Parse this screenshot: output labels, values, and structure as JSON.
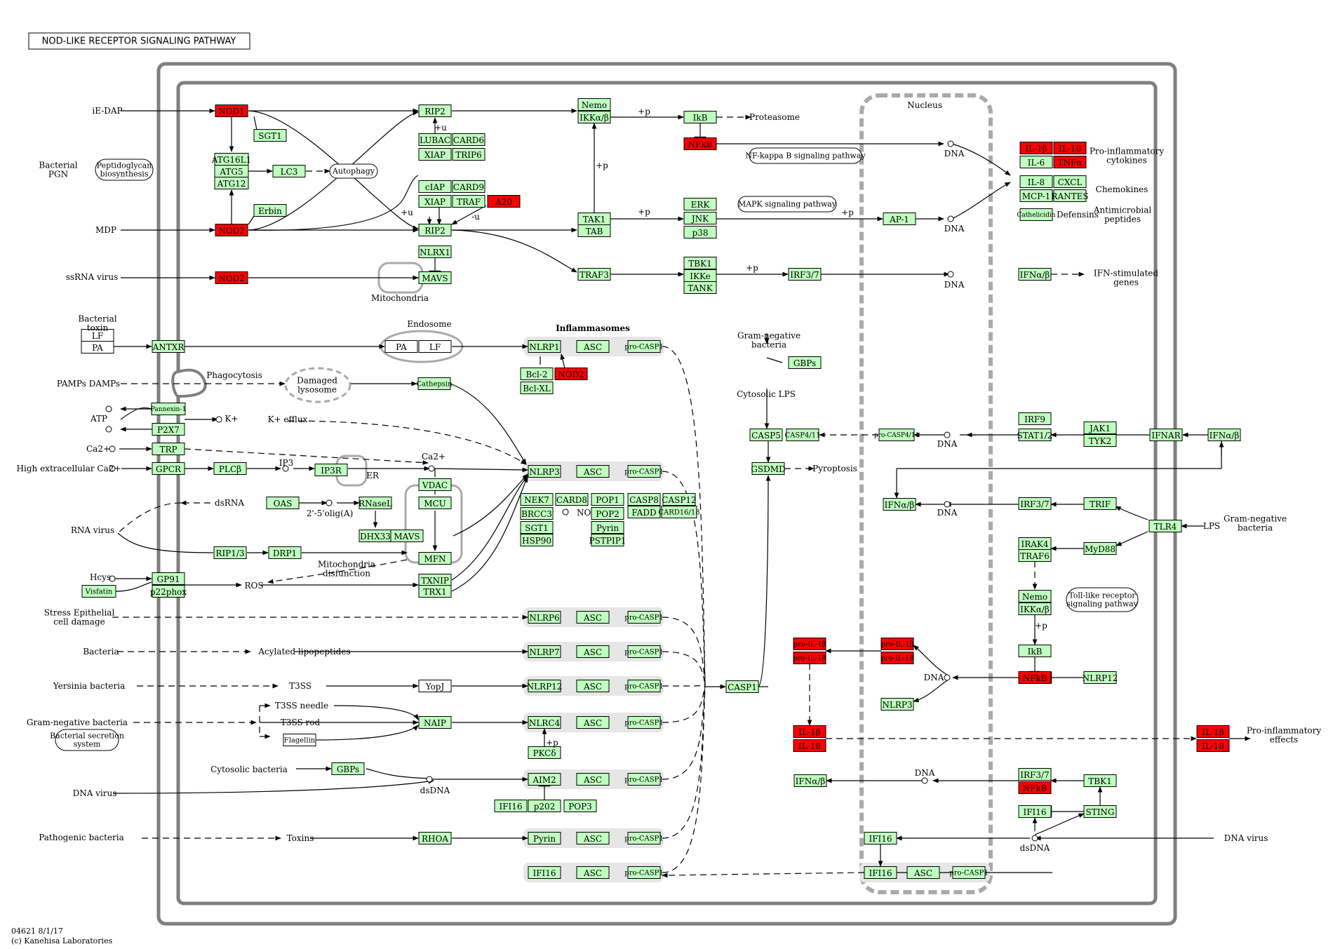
{
  "title": "NOD-LIKE RECEPTOR SIGNALING PATHWAY",
  "footer": {
    "line1": "04621 8/1/17",
    "line2": "(c) Kanehisa Laboratories"
  },
  "colors": {
    "gene": "#bfffbf",
    "highlight": "#ff0000",
    "frame": "#7f7f7f",
    "inflamma": "#e6e6e6"
  },
  "genes": [
    {
      "id": "nod1",
      "label": "NOD1",
      "hl": true
    },
    {
      "id": "sgt1a",
      "label": "SGT1"
    },
    {
      "id": "atg16l1",
      "label": "ATG16L1"
    },
    {
      "id": "atg5",
      "label": "ATG5"
    },
    {
      "id": "atg12",
      "label": "ATG12"
    },
    {
      "id": "lc3",
      "label": "LC3"
    },
    {
      "id": "erbin",
      "label": "Erbin"
    },
    {
      "id": "nod2a",
      "label": "NOD2",
      "hl": true
    },
    {
      "id": "nod2b",
      "label": "NOD2",
      "hl": true
    },
    {
      "id": "rip2a",
      "label": "RIP2"
    },
    {
      "id": "lubac",
      "label": "LUBAC"
    },
    {
      "id": "card6",
      "label": "CARD6"
    },
    {
      "id": "xiapa",
      "label": "XIAP"
    },
    {
      "id": "trip6",
      "label": "TRIP6"
    },
    {
      "id": "ciap",
      "label": "cIAP"
    },
    {
      "id": "card9",
      "label": "CARD9"
    },
    {
      "id": "xiapb",
      "label": "XIAP"
    },
    {
      "id": "traf",
      "label": "TRAF"
    },
    {
      "id": "a20",
      "label": "A20",
      "hl": true
    },
    {
      "id": "rip2b",
      "label": "RIP2"
    },
    {
      "id": "nlrx1",
      "label": "NLRX1"
    },
    {
      "id": "mavsa",
      "label": "MAVS"
    },
    {
      "id": "nemoa",
      "label": "Nemo"
    },
    {
      "id": "ikkab1",
      "label": "IKKα/β"
    },
    {
      "id": "ikba",
      "label": "IkB"
    },
    {
      "id": "nfkba",
      "label": "NFkB",
      "hl": true
    },
    {
      "id": "tak1",
      "label": "TAK1"
    },
    {
      "id": "tab",
      "label": "TAB"
    },
    {
      "id": "erk",
      "label": "ERK"
    },
    {
      "id": "jnk",
      "label": "JNK"
    },
    {
      "id": "p38",
      "label": "p38"
    },
    {
      "id": "ap1",
      "label": "AP-1"
    },
    {
      "id": "traf3",
      "label": "TRAF3"
    },
    {
      "id": "tbk1a",
      "label": "TBK1"
    },
    {
      "id": "ikke",
      "label": "IKKe"
    },
    {
      "id": "tank",
      "label": "TANK"
    },
    {
      "id": "irf37a",
      "label": "IRF3/7"
    },
    {
      "id": "ifnab1",
      "label": "IFNα/β"
    },
    {
      "id": "il1ba",
      "label": "IL-1β",
      "hl": true
    },
    {
      "id": "il18a",
      "label": "IL-18",
      "hl": true
    },
    {
      "id": "il6",
      "label": "IL-6"
    },
    {
      "id": "tnfa",
      "label": "TNFα",
      "hl": true
    },
    {
      "id": "il8",
      "label": "IL-8"
    },
    {
      "id": "cxcl",
      "label": "CXCL"
    },
    {
      "id": "mcp1",
      "label": "MCP-1"
    },
    {
      "id": "rantes",
      "label": "RANTES"
    },
    {
      "id": "cathelicidin",
      "label": "Cathelicidin"
    },
    {
      "id": "antxr",
      "label": "ANTXR"
    },
    {
      "id": "nlrp1",
      "label": "NLRP1"
    },
    {
      "id": "asc1",
      "label": "ASC"
    },
    {
      "id": "procasp1a",
      "label": "pro-CASP1"
    },
    {
      "id": "bcl2",
      "label": "Bcl-2"
    },
    {
      "id": "nod2c",
      "label": "NOD2",
      "hl": true
    },
    {
      "id": "bclxl",
      "label": "Bcl-XL"
    },
    {
      "id": "cathepsin",
      "label": "Cathepsin"
    },
    {
      "id": "pannexin1",
      "label": "Pannexin-1"
    },
    {
      "id": "p2x7",
      "label": "P2X7"
    },
    {
      "id": "trp",
      "label": "TRP"
    },
    {
      "id": "gpcr",
      "label": "GPCR"
    },
    {
      "id": "plcb",
      "label": "PLCβ"
    },
    {
      "id": "ip3r",
      "label": "IP3R"
    },
    {
      "id": "nlrp3a",
      "label": "NLRP3"
    },
    {
      "id": "asc2",
      "label": "ASC"
    },
    {
      "id": "procasp1b",
      "label": "pro-CASP1"
    },
    {
      "id": "vdac",
      "label": "VDAC"
    },
    {
      "id": "mcu",
      "label": "MCU"
    },
    {
      "id": "mfn",
      "label": "MFN"
    },
    {
      "id": "nek7",
      "label": "NEK7"
    },
    {
      "id": "card8",
      "label": "CARD8"
    },
    {
      "id": "brcc3",
      "label": "BRCC3"
    },
    {
      "id": "sgt1b",
      "label": "SGT1"
    },
    {
      "id": "hsp90",
      "label": "HSP90"
    },
    {
      "id": "pop1",
      "label": "POP1"
    },
    {
      "id": "pop2",
      "label": "POP2"
    },
    {
      "id": "pyrina",
      "label": "Pyrin"
    },
    {
      "id": "pstpip1",
      "label": "PSTPIP1"
    },
    {
      "id": "casp8",
      "label": "CASP8"
    },
    {
      "id": "fadd",
      "label": "FADD"
    },
    {
      "id": "casp12",
      "label": "CASP12"
    },
    {
      "id": "card1618",
      "label": "CARD16/18"
    },
    {
      "id": "oas",
      "label": "OAS"
    },
    {
      "id": "rnasel",
      "label": "RNaseL"
    },
    {
      "id": "dhx33",
      "label": "DHX33"
    },
    {
      "id": "mavsb",
      "label": "MAVS"
    },
    {
      "id": "rip13",
      "label": "RIP1/3"
    },
    {
      "id": "drp1",
      "label": "DRP1"
    },
    {
      "id": "gp91",
      "label": "GP91"
    },
    {
      "id": "p22phox",
      "label": "p22phox"
    },
    {
      "id": "visfatin",
      "label": "Visfatin"
    },
    {
      "id": "txnip",
      "label": "TXNIP"
    },
    {
      "id": "trx1",
      "label": "TRX1"
    },
    {
      "id": "nlrp6",
      "label": "NLRP6"
    },
    {
      "id": "asc3",
      "label": "ASC"
    },
    {
      "id": "procasp1c",
      "label": "pro-CASP1"
    },
    {
      "id": "nlrp7",
      "label": "NLRP7"
    },
    {
      "id": "asc4",
      "label": "ASC"
    },
    {
      "id": "procasp1d",
      "label": "pro-CASP1"
    },
    {
      "id": "nlrp12a",
      "label": "NLRP12"
    },
    {
      "id": "asc5",
      "label": "ASC"
    },
    {
      "id": "procasp1e",
      "label": "pro-CASP1"
    },
    {
      "id": "naip",
      "label": "NAIP"
    },
    {
      "id": "nlrc4",
      "label": "NLRC4"
    },
    {
      "id": "asc6",
      "label": "ASC"
    },
    {
      "id": "procasp1f",
      "label": "pro-CASP1"
    },
    {
      "id": "pkcd",
      "label": "PKCδ"
    },
    {
      "id": "gbpsa",
      "label": "GBPs"
    },
    {
      "id": "aim2",
      "label": "AIM2"
    },
    {
      "id": "asc7",
      "label": "ASC"
    },
    {
      "id": "procasp1g",
      "label": "pro-CASP1"
    },
    {
      "id": "ifi16a",
      "label": "IFI16"
    },
    {
      "id": "p202",
      "label": "p202"
    },
    {
      "id": "pop3",
      "label": "POP3"
    },
    {
      "id": "rhoa",
      "label": "RHOA"
    },
    {
      "id": "pyrinb",
      "label": "Pyrin"
    },
    {
      "id": "asc8",
      "label": "ASC"
    },
    {
      "id": "procasp1h",
      "label": "pro-CASP1"
    },
    {
      "id": "ifi16b",
      "label": "IFI16"
    },
    {
      "id": "asc9",
      "label": "ASC"
    },
    {
      "id": "procasp1i",
      "label": "pro-CASP1"
    },
    {
      "id": "gbpsb",
      "label": "GBPs"
    },
    {
      "id": "casp5",
      "label": "CASP5"
    },
    {
      "id": "casp411",
      "label": "CASP4/11"
    },
    {
      "id": "gsdmd",
      "label": "GSDMD"
    },
    {
      "id": "procasp411",
      "label": "pro-CASP4/11"
    },
    {
      "id": "irf9",
      "label": "IRF9"
    },
    {
      "id": "stat12",
      "label": "STAT1/2"
    },
    {
      "id": "jak1",
      "label": "JAK1"
    },
    {
      "id": "tyk2",
      "label": "TYK2"
    },
    {
      "id": "ifnar",
      "label": "IFNAR"
    },
    {
      "id": "ifnab2",
      "label": "IFNα/β"
    },
    {
      "id": "ifnab3",
      "label": "IFNα/β"
    },
    {
      "id": "irf37b",
      "label": "IRF3/7"
    },
    {
      "id": "trif",
      "label": "TRIF"
    },
    {
      "id": "tlr4",
      "label": "TLR4"
    },
    {
      "id": "irak4",
      "label": "IRAK4"
    },
    {
      "id": "traf6",
      "label": "TRAF6"
    },
    {
      "id": "myd88",
      "label": "MyD88"
    },
    {
      "id": "nemob",
      "label": "Nemo"
    },
    {
      "id": "ikkab2",
      "label": "IKKα/β"
    },
    {
      "id": "ikbb",
      "label": "IkB"
    },
    {
      "id": "nfkbb",
      "label": "NFkB",
      "hl": true
    },
    {
      "id": "nlrp12b",
      "label": "NLRP12"
    },
    {
      "id": "proil1ba",
      "label": "pro-IL-1β",
      "hl": true
    },
    {
      "id": "proil18a",
      "label": "pro-IL-18",
      "hl": true
    },
    {
      "id": "proil1bb",
      "label": "pro-IL-1β",
      "hl": true
    },
    {
      "id": "proil18b",
      "label": "pro-IL-18",
      "hl": true
    },
    {
      "id": "nlrp3b",
      "label": "NLRP3"
    },
    {
      "id": "casp1",
      "label": "CASP1"
    },
    {
      "id": "il1bb",
      "label": "IL-1β",
      "hl": true
    },
    {
      "id": "il18b",
      "label": "IL-18",
      "hl": true
    },
    {
      "id": "il1bc",
      "label": "IL-1β",
      "hl": true
    },
    {
      "id": "il18c",
      "label": "IL-18",
      "hl": true
    },
    {
      "id": "ifnab4",
      "label": "IFNα/β"
    },
    {
      "id": "irf37c",
      "label": "IRF3/7"
    },
    {
      "id": "nfkbc",
      "label": "NFkB",
      "hl": true
    },
    {
      "id": "tbk1b",
      "label": "TBK1"
    },
    {
      "id": "ifi16c",
      "label": "IFI16"
    },
    {
      "id": "sting",
      "label": "STING"
    },
    {
      "id": "ifi16d",
      "label": "IFI16"
    },
    {
      "id": "ifi16e",
      "label": "IFI16"
    },
    {
      "id": "asc10",
      "label": "ASC"
    },
    {
      "id": "procasp1j",
      "label": "pro-CASP1"
    },
    {
      "id": "pa",
      "label": "PA"
    },
    {
      "id": "lf",
      "label": "LF"
    },
    {
      "id": "bt_lf",
      "label": "LF"
    },
    {
      "id": "bt_pa",
      "label": "PA"
    },
    {
      "id": "yopj",
      "label": "YopJ"
    },
    {
      "id": "flagellin",
      "label": "Flagellin"
    }
  ],
  "maps": [
    {
      "id": "peptidoglycan",
      "label": "Peptidoglycan biosynthesis"
    },
    {
      "id": "autophagy",
      "label": "Autophagy"
    },
    {
      "id": "nfkbpath",
      "label": "NF-kappa B signaling pathway"
    },
    {
      "id": "mapkpath",
      "label": "MAPK signaling pathway"
    },
    {
      "id": "tlrpath",
      "label": "Toll-like receptor signaling pathway"
    },
    {
      "id": "bss",
      "label": "Bacterial secretion system"
    }
  ],
  "labels": [
    {
      "id": "iedap",
      "text": "iE-DAP"
    },
    {
      "id": "bpgn",
      "text": "Bacterial PGN"
    },
    {
      "id": "mdp",
      "text": "MDP"
    },
    {
      "id": "ssrna",
      "text": "ssRNA virus"
    },
    {
      "id": "mito1",
      "text": "Mitochondria"
    },
    {
      "id": "btoxin",
      "text": "Bacterial toxin"
    },
    {
      "id": "endosome",
      "text": "Endosome"
    },
    {
      "id": "inflammasomes",
      "text": "Inflammasomes"
    },
    {
      "id": "pamps",
      "text": "PAMPs DAMPs"
    },
    {
      "id": "phago",
      "text": "Phagocytosis"
    },
    {
      "id": "damaged",
      "text": "Damaged lysosome"
    },
    {
      "id": "kefflux",
      "text": "K+ efflux"
    },
    {
      "id": "atp",
      "text": "ATP"
    },
    {
      "id": "kplus",
      "text": "K+"
    },
    {
      "id": "ca1",
      "text": "Ca2+"
    },
    {
      "id": "highca",
      "text": "High extracellular Ca2+"
    },
    {
      "id": "ip3",
      "text": "IP3"
    },
    {
      "id": "er",
      "text": "ER"
    },
    {
      "id": "ca2",
      "text": "Ca2+"
    },
    {
      "id": "rnavirus",
      "text": "RNA virus"
    },
    {
      "id": "dsrna",
      "text": "dsRNA"
    },
    {
      "id": "oligo",
      "text": "2'-5'olig(A)"
    },
    {
      "id": "no",
      "text": "NO"
    },
    {
      "id": "mitodys",
      "text": "Mitochondria disfunction"
    },
    {
      "id": "hcys",
      "text": "Hcys"
    },
    {
      "id": "ros",
      "text": "ROS"
    },
    {
      "id": "stress",
      "text": "Stress Epithelial cell damage"
    },
    {
      "id": "bacteria",
      "text": "Bacteria"
    },
    {
      "id": "acyl",
      "text": "Acylated lipopeptides"
    },
    {
      "id": "yersinia",
      "text": "Yersinia bacteria"
    },
    {
      "id": "t3ss",
      "text": "T3SS"
    },
    {
      "id": "gnb1",
      "text": "Gram-negative bacteria"
    },
    {
      "id": "t3ssneedle",
      "text": "T3SS needle"
    },
    {
      "id": "t3ssrod",
      "text": "T3SS rod"
    },
    {
      "id": "cytobact",
      "text": "Cytosolic bacteria"
    },
    {
      "id": "dnavirus1",
      "text": "DNA virus"
    },
    {
      "id": "dsdna1",
      "text": "dsDNA"
    },
    {
      "id": "pathbact",
      "text": "Pathogenic bacteria"
    },
    {
      "id": "toxins",
      "text": "Toxins"
    },
    {
      "id": "nucleus",
      "text": "Nucleus"
    },
    {
      "id": "proteasome",
      "text": "Proteasome"
    },
    {
      "id": "dna1",
      "text": "DNA"
    },
    {
      "id": "dna2",
      "text": "DNA"
    },
    {
      "id": "dna3",
      "text": "DNA"
    },
    {
      "id": "ifnstim",
      "text": "IFN-stimulated genes"
    },
    {
      "id": "proinfl1",
      "text": "Pro-inflammatory cytokines"
    },
    {
      "id": "chemokines",
      "text": "Chemokines"
    },
    {
      "id": "antimicro",
      "text": "Antimicrobial peptides"
    },
    {
      "id": "defensins",
      "text": "Defensins"
    },
    {
      "id": "gnb2",
      "text": "Gram-negative bacteria"
    },
    {
      "id": "cytolps",
      "text": "Cytosolic LPS"
    },
    {
      "id": "pyroptosis",
      "text": "Pyroptosis"
    },
    {
      "id": "dna4",
      "text": "DNA"
    },
    {
      "id": "dna5",
      "text": "DNA"
    },
    {
      "id": "lps",
      "text": "LPS"
    },
    {
      "id": "gnb3",
      "text": "Gram-negative bacteria"
    },
    {
      "id": "dna6",
      "text": "DNA"
    },
    {
      "id": "proinfl2",
      "text": "Pro-inflammatory effects"
    },
    {
      "id": "dna7",
      "text": "DNA"
    },
    {
      "id": "dsdna2",
      "text": "dsDNA"
    },
    {
      "id": "dnavirus2",
      "text": "DNA virus"
    }
  ],
  "edge_labels": [
    {
      "id": "pu1",
      "text": "+u"
    },
    {
      "id": "pu2",
      "text": "+u"
    },
    {
      "id": "mu1",
      "text": "-u"
    },
    {
      "id": "pp1",
      "text": "+p"
    },
    {
      "id": "pp2",
      "text": "+p"
    },
    {
      "id": "pp3",
      "text": "+p"
    },
    {
      "id": "pp4",
      "text": "+p"
    },
    {
      "id": "pp5",
      "text": "+p"
    },
    {
      "id": "pp6",
      "text": "+p"
    },
    {
      "id": "pp7",
      "text": "+p"
    }
  ]
}
